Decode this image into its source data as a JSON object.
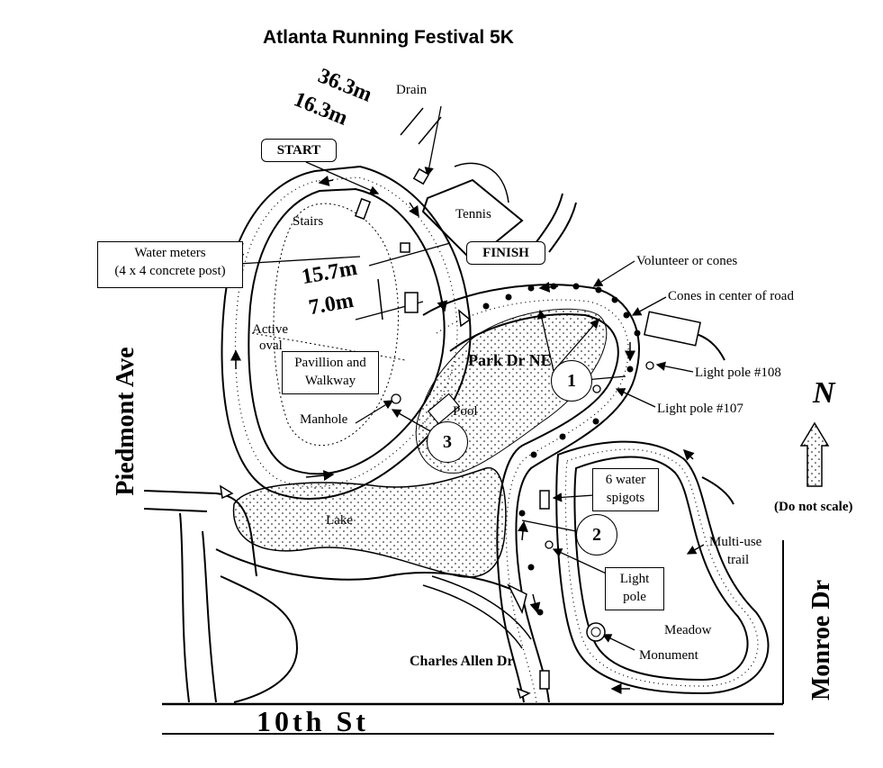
{
  "title": "Atlanta Running Festival 5K",
  "labels": {
    "drain": "Drain",
    "start": "START",
    "finish": "FINISH",
    "tennis": "Tennis",
    "stairs": "Stairs",
    "water_meters_line1": "Water meters",
    "water_meters_line2": "(4 x 4 concrete post)",
    "active_oval_line1": "Active",
    "active_oval_line2": "oval",
    "pavilion_line1": "Pavillion and",
    "pavilion_line2": "Walkway",
    "manhole": "Manhole",
    "pool": "Pool",
    "lake": "Lake",
    "volunteer": "Volunteer or cones",
    "cones_center": "Cones in center of road",
    "light_108": "Light pole #108",
    "light_107": "Light pole #107",
    "water_spigots_line1": "6 water",
    "water_spigots_line2": "spigots",
    "light_pole_line1": "Light",
    "light_pole_line2": "pole",
    "multi_use_line1": "Multi-use",
    "multi_use_line2": "trail",
    "meadow": "Meadow",
    "monument": "Monument",
    "do_not_scale": "(Do not scale)",
    "north": "N"
  },
  "streets": {
    "piedmont": "Piedmont Ave",
    "park_dr": "Park Dr NE",
    "charles_allen": "Charles Allen Dr",
    "tenth": "10th St",
    "monroe": "Monroe Dr"
  },
  "measurements": {
    "m1": "36.3m",
    "m2": "16.3m",
    "m3": "15.7m",
    "m4": "7.0m"
  },
  "markers": {
    "one": "1",
    "two": "2",
    "three": "3"
  }
}
